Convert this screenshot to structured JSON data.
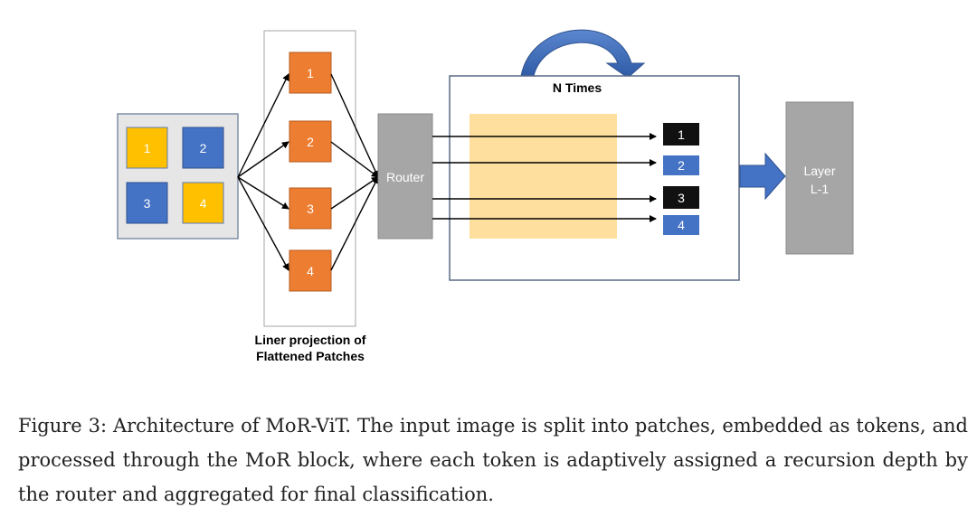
{
  "diagram": {
    "input_patches": [
      "1",
      "2",
      "3",
      "4"
    ],
    "projected_patches": [
      "1",
      "2",
      "3",
      "4"
    ],
    "projection_label_line1": "Liner projection of",
    "projection_label_line2": "Flattened Patches",
    "router_label": "Router",
    "block_label": "N Times",
    "output_tokens": [
      "1",
      "2",
      "3",
      "4"
    ],
    "layer_label_line1": "Layer",
    "layer_label_line2": "L-1",
    "colors": {
      "yellow": "#FFC000",
      "blue": "#4472C4",
      "orange": "#ED7D31",
      "gray": "#A6A6A6",
      "black": "#111111",
      "light_orange": "#FFD98C"
    }
  },
  "caption": "Figure 3: Architecture of MoR-ViT. The input image is split into patches, embedded as tokens, and processed through the MoR block, where each token is adaptively assigned a recursion depth by the router and aggregated for final classification."
}
